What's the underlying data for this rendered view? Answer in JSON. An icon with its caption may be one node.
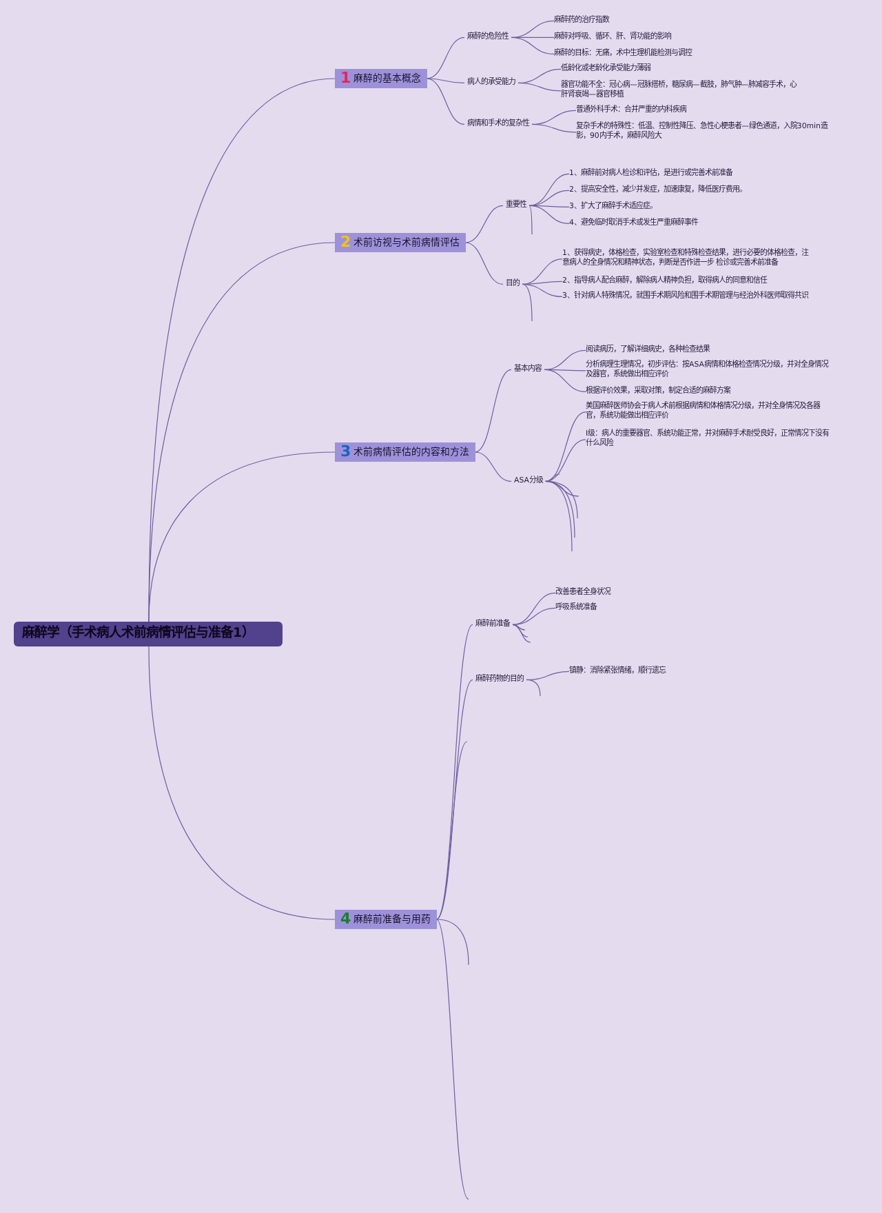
{
  "diagram": {
    "nodes": [
      {
        "text": [
          "麻醉学（手术病人术前病情评估与准备1）"
        ]
      },
      {
        "text": [
          "1",
          "麻醉的基本概念"
        ]
      },
      {
        "text": [
          "麻醉的危险性"
        ]
      },
      {
        "text": [
          "麻醉药的治疗指数"
        ]
      },
      {
        "text": [
          "麻醉对呼吸、循环、肝、肾功能的影响"
        ]
      },
      {
        "text": [
          "麻醉的目标：无痛，术中生理机能检测与调控"
        ]
      },
      {
        "text": [
          "病人的承受能力"
        ]
      },
      {
        "text": [
          "低龄化或老龄化承受能力薄弱"
        ]
      },
      {
        "text": [
          "器官功能不全：冠心病—冠脉搭桥，糖尿病—截肢，肺气肿—肺减容手术，心肝肾衰竭—器官移植"
        ]
      },
      {
        "text": [
          "病情和手术的复杂性"
        ]
      },
      {
        "text": [
          "普通外科手术：合并严重的内科疾病"
        ]
      },
      {
        "text": [
          "复杂手术的特殊性：低温、控制性降压、急性心梗患者—绿色通道，入院30min造影，90内手术，麻醉风险大"
        ]
      },
      {
        "text": [
          "2",
          "术前访视与术前病情评估"
        ]
      },
      {
        "text": [
          "重要性"
        ]
      },
      {
        "text": [
          "1、麻醉前对病人检诊和评估，是进行或完善术前准备"
        ]
      },
      {
        "text": [
          "2、提高安全性，减少并发症，加速康复，降低医疗费用。"
        ]
      },
      {
        "text": [
          "3、扩大了麻醉手术适应症。"
        ]
      },
      {
        "text": [
          "4、避免临时取消手术或发生严重麻醉事件"
        ]
      },
      {
        "text": [
          "目的"
        ]
      },
      {
        "text": [
          "1、获得病史，体格检查，实验室检查和特殊检查结果，进行必要的体格检查，注意病人的全身情况和精神状态，判断是否作进一步 检诊或完善术前准备"
        ]
      },
      {
        "text": [
          "2、指导病人配合麻醉，解除病人精神负担，取得病人的同意和信任"
        ]
      },
      {
        "text": [
          "3、针对病人特殊情况，就围手术期风险和围手术期管理与经治外科医师取得共识"
        ]
      },
      {
        "text": [
          "3",
          "术前病情评估的内容和方法"
        ]
      },
      {
        "text": [
          "基本内容"
        ]
      },
      {
        "text": [
          "阅读病历，了解详细病史，各种检查结果"
        ]
      },
      {
        "text": [
          "分析病理生理情况，初步评估：按ASA病情和体格检查情况分级，并对全身情况及器官，系统做出相应评价"
        ]
      },
      {
        "text": [
          "根据评价效果，采取对策，制定合适的麻醉方案"
        ]
      },
      {
        "text": [
          "ASA分级"
        ]
      },
      {
        "text": [
          "美国麻醉医师协会于病人术前根据病情和体格情况分级，并对全身情况及各器官，系统功能做出相应评价"
        ]
      },
      {
        "text": [
          "I级：病人的重要器官、系统功能正常，并对麻醉手术耐受良好，正常情况下没有什么风险"
        ]
      },
      {
        "text": [
          "4",
          "麻醉前准备与用药"
        ]
      },
      {
        "text": [
          "麻醉前准备"
        ]
      },
      {
        "text": [
          "改善患者全身状况"
        ]
      },
      {
        "text": [
          "呼吸系统准备"
        ]
      },
      {
        "text": [
          "麻醉药物的目的"
        ]
      },
      {
        "text": [
          "镇静：消除紧张情绪，顺行遗忘"
        ]
      }
    ],
    "edges": [
      {
        "from": 0,
        "to": 1,
        "arrow": "none"
      },
      {
        "from": 0,
        "to": 12,
        "arrow": "none"
      },
      {
        "from": 0,
        "to": 22,
        "arrow": "none"
      },
      {
        "from": 0,
        "to": 30,
        "arrow": "none"
      },
      {
        "from": 1,
        "to": 2,
        "arrow": "none"
      },
      {
        "from": 1,
        "to": 6,
        "arrow": "none"
      },
      {
        "from": 1,
        "to": 9,
        "arrow": "none"
      },
      {
        "from": 2,
        "to": 3,
        "arrow": "none"
      },
      {
        "from": 2,
        "to": 4,
        "arrow": "none"
      },
      {
        "from": 2,
        "to": 5,
        "arrow": "none"
      },
      {
        "from": 6,
        "to": 7,
        "arrow": "none"
      },
      {
        "from": 6,
        "to": 8,
        "arrow": "none"
      },
      {
        "from": 9,
        "to": 10,
        "arrow": "none"
      },
      {
        "from": 9,
        "to": 11,
        "arrow": "none"
      },
      {
        "from": 12,
        "to": 13,
        "arrow": "none"
      },
      {
        "from": 12,
        "to": 18,
        "arrow": "none"
      },
      {
        "from": 13,
        "to": 14,
        "arrow": "none"
      },
      {
        "from": 13,
        "to": 15,
        "arrow": "none"
      },
      {
        "from": 13,
        "to": 16,
        "arrow": "none"
      },
      {
        "from": 13,
        "to": 17,
        "arrow": "none"
      },
      {
        "from": 13,
        "to": null,
        "arrow": "none"
      },
      {
        "from": 18,
        "to": 19,
        "arrow": "none"
      },
      {
        "from": 18,
        "to": 20,
        "arrow": "none"
      },
      {
        "from": 18,
        "to": 21,
        "arrow": "none"
      },
      {
        "from": 18,
        "to": null,
        "arrow": "none"
      },
      {
        "from": 22,
        "to": 23,
        "arrow": "none"
      },
      {
        "from": 22,
        "to": 27,
        "arrow": "none"
      },
      {
        "from": 23,
        "to": 24,
        "arrow": "none"
      },
      {
        "from": 23,
        "to": 25,
        "arrow": "none"
      },
      {
        "from": 23,
        "to": 26,
        "arrow": "none"
      },
      {
        "from": 27,
        "to": 28,
        "arrow": "none"
      },
      {
        "from": 27,
        "to": 29,
        "arrow": "none"
      },
      {
        "from": 27,
        "to": null,
        "arrow": "none"
      },
      {
        "from": 27,
        "to": null,
        "arrow": "none"
      },
      {
        "from": 27,
        "to": null,
        "arrow": "none"
      },
      {
        "from": 27,
        "to": null,
        "arrow": "none"
      },
      {
        "from": 27,
        "to": null,
        "arrow": "none"
      },
      {
        "from": 30,
        "to": 31,
        "arrow": "none"
      },
      {
        "from": 30,
        "to": 34,
        "arrow": "none"
      },
      {
        "from": 30,
        "to": null,
        "arrow": "none"
      },
      {
        "from": 30,
        "to": null,
        "arrow": "none"
      },
      {
        "from": 30,
        "to": null,
        "arrow": "none"
      },
      {
        "from": 31,
        "to": 32,
        "arrow": "none"
      },
      {
        "from": 31,
        "to": 33,
        "arrow": "none"
      },
      {
        "from": 31,
        "to": null,
        "arrow": "none"
      },
      {
        "from": 31,
        "to": null,
        "arrow": "none"
      },
      {
        "from": 31,
        "to": null,
        "arrow": "none"
      },
      {
        "from": 34,
        "to": 35,
        "arrow": "none"
      },
      {
        "from": 34,
        "to": null,
        "arrow": "none"
      }
    ]
  }
}
